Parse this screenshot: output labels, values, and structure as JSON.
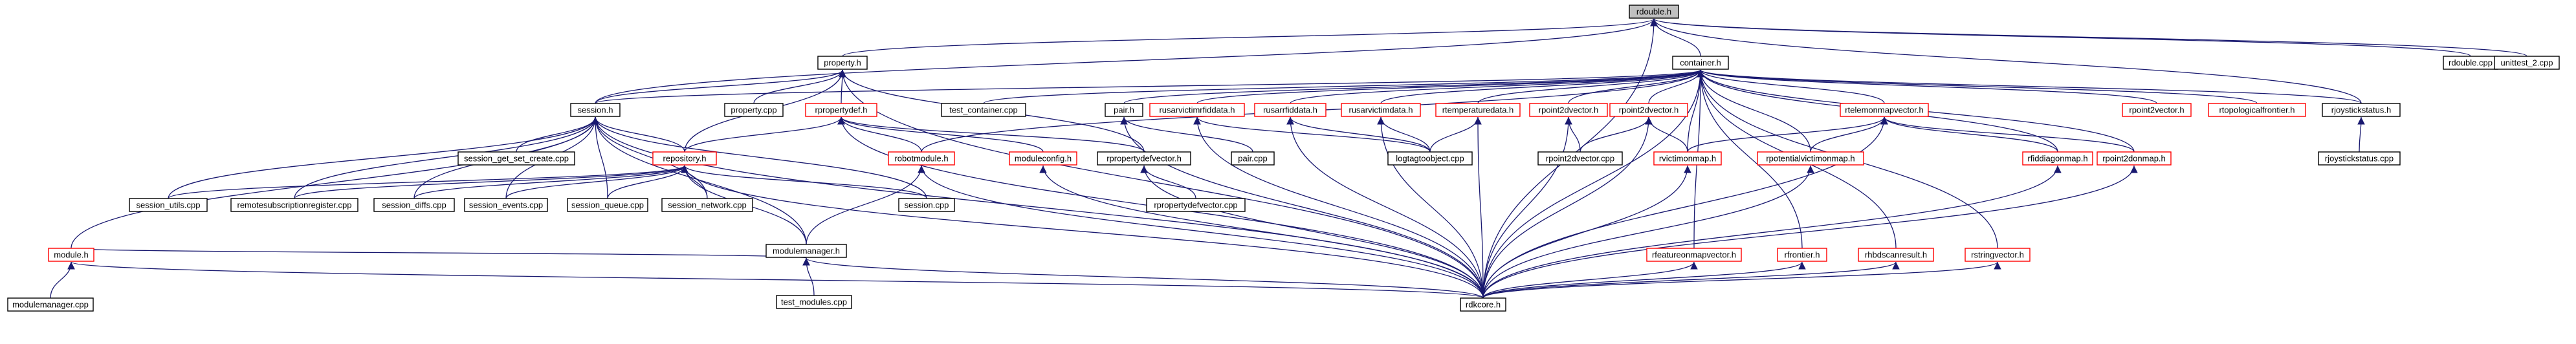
{
  "diagram_title": "rdouble.h",
  "colors": {
    "edge": "#191970",
    "node_border": "#000000",
    "incomplete_border": "#ff0000",
    "root_fill": "#c0c0c0"
  },
  "nodes": [
    {
      "id": "rdouble_h",
      "label": "rdouble.h",
      "style": "root"
    },
    {
      "id": "container_h",
      "label": "container.h",
      "style": "normal"
    },
    {
      "id": "property_h",
      "label": "property.h",
      "style": "normal"
    },
    {
      "id": "rdouble_cpp",
      "label": "rdouble.cpp",
      "style": "normal"
    },
    {
      "id": "unittest_2_cpp",
      "label": "unittest_2.cpp",
      "style": "normal"
    },
    {
      "id": "session_h",
      "label": "session.h",
      "style": "normal"
    },
    {
      "id": "property_cpp",
      "label": "property.cpp",
      "style": "normal"
    },
    {
      "id": "rpropertydef_h",
      "label": "rpropertydef.h",
      "style": "red"
    },
    {
      "id": "test_container_cpp",
      "label": "test_container.cpp",
      "style": "normal"
    },
    {
      "id": "pair_h",
      "label": "pair.h",
      "style": "normal"
    },
    {
      "id": "rusarvictimfiddata_h",
      "label": "rusarvictimrfiddata.h",
      "style": "red"
    },
    {
      "id": "rusarrfiddata_h",
      "label": "rusarrfiddata.h",
      "style": "red"
    },
    {
      "id": "rusarvictimdata_h",
      "label": "rusarvictimdata.h",
      "style": "red"
    },
    {
      "id": "rtemperaturedata_h",
      "label": "rtemperaturedata.h",
      "style": "red"
    },
    {
      "id": "rpoint2dvector_h_a",
      "label": "rpoint2dvector.h",
      "style": "red"
    },
    {
      "id": "rpoint2dvector_h_b",
      "label": "rpoint2dvector.h",
      "style": "red"
    },
    {
      "id": "rtelemonmapvector_h",
      "label": "rtelemonmapvector.h",
      "style": "red"
    },
    {
      "id": "rpoint2vector_h",
      "label": "rpoint2vector.h",
      "style": "red"
    },
    {
      "id": "rtopologicalfrontier_h",
      "label": "rtopologicalfrontier.h",
      "style": "red"
    },
    {
      "id": "rjoystickstatus_h",
      "label": "rjoystickstatus.h",
      "style": "normal"
    },
    {
      "id": "session_get_set_create_cpp",
      "label": "session_get_set_create.cpp",
      "style": "normal"
    },
    {
      "id": "repository_h",
      "label": "repository.h",
      "style": "red"
    },
    {
      "id": "robotmodule_h",
      "label": "robotmodule.h",
      "style": "red"
    },
    {
      "id": "moduleconfig_h",
      "label": "moduleconfig.h",
      "style": "red"
    },
    {
      "id": "rpropertydefvector_h",
      "label": "rpropertydefvector.h",
      "style": "normal"
    },
    {
      "id": "pair_cpp",
      "label": "pair.cpp",
      "style": "normal"
    },
    {
      "id": "logtagtoobject_cpp",
      "label": "logtagtoobject.cpp",
      "style": "normal"
    },
    {
      "id": "rpoint2dvector_cpp",
      "label": "rpoint2dvector.cpp",
      "style": "normal"
    },
    {
      "id": "rvictimonmap_h",
      "label": "rvictimonmap.h",
      "style": "red"
    },
    {
      "id": "rpotentialvictimonmap_h",
      "label": "rpotentialvictimonmap.h",
      "style": "red"
    },
    {
      "id": "rfiddiagonmap_h",
      "label": "rfiddiagonmap.h",
      "style": "red"
    },
    {
      "id": "rpoint2donmap_h",
      "label": "rpoint2donmap.h",
      "style": "red"
    },
    {
      "id": "rjoystickstatus_cpp",
      "label": "rjoystickstatus.cpp",
      "style": "normal"
    },
    {
      "id": "session_utils_cpp",
      "label": "session_utils.cpp",
      "style": "normal"
    },
    {
      "id": "remotesubscriptionregister_cpp",
      "label": "remotesubscriptionregister.cpp",
      "style": "normal"
    },
    {
      "id": "session_diffs_cpp",
      "label": "session_diffs.cpp",
      "style": "normal"
    },
    {
      "id": "session_events_cpp",
      "label": "session_events.cpp",
      "style": "normal"
    },
    {
      "id": "session_queue_cpp",
      "label": "session_queue.cpp",
      "style": "normal"
    },
    {
      "id": "session_network_cpp",
      "label": "session_network.cpp",
      "style": "normal"
    },
    {
      "id": "session_cpp",
      "label": "session.cpp",
      "style": "normal"
    },
    {
      "id": "rpropertydefvector_cpp",
      "label": "rpropertydefvector.cpp",
      "style": "normal"
    },
    {
      "id": "modulemanager_h",
      "label": "modulemanager.h",
      "style": "normal"
    },
    {
      "id": "module_h",
      "label": "module.h",
      "style": "red"
    },
    {
      "id": "test_modules_cpp",
      "label": "test_modules.cpp",
      "style": "normal"
    },
    {
      "id": "rfeatureonmapvector_h",
      "label": "rfeatureonmapvector.h",
      "style": "red"
    },
    {
      "id": "rfrontier_h",
      "label": "rfrontier.h",
      "style": "red"
    },
    {
      "id": "rhbdscanresult_h",
      "label": "rhbdscanresult.h",
      "style": "red"
    },
    {
      "id": "rstringvector_h",
      "label": "rstringvector.h",
      "style": "red"
    },
    {
      "id": "modulemanager_cpp",
      "label": "modulemanager.cpp",
      "style": "normal"
    },
    {
      "id": "rdkcore_h",
      "label": "rdkcore.h",
      "style": "normal"
    }
  ],
  "edges": [
    [
      "container_h",
      "rdouble_h"
    ],
    [
      "property_h",
      "rdouble_h"
    ],
    [
      "rdouble_cpp",
      "rdouble_h"
    ],
    [
      "unittest_2_cpp",
      "rdouble_h"
    ],
    [
      "session_h",
      "rdouble_h"
    ],
    [
      "rjoystickstatus_h",
      "rdouble_h"
    ],
    [
      "rdkcore_h",
      "rdouble_h"
    ],
    [
      "session_h",
      "property_h"
    ],
    [
      "property_cpp",
      "property_h"
    ],
    [
      "rpropertydef_h",
      "property_h"
    ],
    [
      "repository_h",
      "property_h"
    ],
    [
      "rpropertydefvector_h",
      "property_h"
    ],
    [
      "rdkcore_h",
      "property_h"
    ],
    [
      "session_h",
      "container_h"
    ],
    [
      "test_container_cpp",
      "container_h"
    ],
    [
      "pair_h",
      "container_h"
    ],
    [
      "rusarvictimfiddata_h",
      "container_h"
    ],
    [
      "rusarrfiddata_h",
      "container_h"
    ],
    [
      "rusarvictimdata_h",
      "container_h"
    ],
    [
      "rtemperaturedata_h",
      "container_h"
    ],
    [
      "rpoint2dvector_h_a",
      "container_h"
    ],
    [
      "rpoint2dvector_h_b",
      "container_h"
    ],
    [
      "rtelemonmapvector_h",
      "container_h"
    ],
    [
      "rpoint2vector_h",
      "container_h"
    ],
    [
      "rtopologicalfrontier_h",
      "container_h"
    ],
    [
      "rjoystickstatus_h",
      "container_h"
    ],
    [
      "rvictimonmap_h",
      "container_h"
    ],
    [
      "rpotentialvictimonmap_h",
      "container_h"
    ],
    [
      "rfiddiagonmap_h",
      "container_h"
    ],
    [
      "rpoint2donmap_h",
      "container_h"
    ],
    [
      "rfeatureonmapvector_h",
      "container_h"
    ],
    [
      "rfrontier_h",
      "container_h"
    ],
    [
      "rhbdscanresult_h",
      "container_h"
    ],
    [
      "rstringvector_h",
      "container_h"
    ],
    [
      "rdkcore_h",
      "container_h"
    ],
    [
      "robotmodule_h",
      "container_h"
    ],
    [
      "session_get_set_create_cpp",
      "session_h"
    ],
    [
      "repository_h",
      "session_h"
    ],
    [
      "session_utils_cpp",
      "session_h"
    ],
    [
      "remotesubscriptionregister_cpp",
      "session_h"
    ],
    [
      "session_diffs_cpp",
      "session_h"
    ],
    [
      "session_events_cpp",
      "session_h"
    ],
    [
      "session_queue_cpp",
      "session_h"
    ],
    [
      "session_network_cpp",
      "session_h"
    ],
    [
      "session_cpp",
      "session_h"
    ],
    [
      "modulemanager_h",
      "session_h"
    ],
    [
      "module_h",
      "session_h"
    ],
    [
      "rdkcore_h",
      "session_h"
    ],
    [
      "repository_h",
      "rpropertydef_h"
    ],
    [
      "robotmodule_h",
      "rpropertydef_h"
    ],
    [
      "moduleconfig_h",
      "rpropertydef_h"
    ],
    [
      "rpropertydefvector_h",
      "rpropertydef_h"
    ],
    [
      "rdkcore_h",
      "rpropertydef_h"
    ],
    [
      "session_utils_cpp",
      "repository_h"
    ],
    [
      "remotesubscriptionregister_cpp",
      "repository_h"
    ],
    [
      "session_diffs_cpp",
      "repository_h"
    ],
    [
      "session_events_cpp",
      "repository_h"
    ],
    [
      "session_queue_cpp",
      "repository_h"
    ],
    [
      "session_network_cpp",
      "repository_h"
    ],
    [
      "session_cpp",
      "repository_h"
    ],
    [
      "modulemanager_h",
      "repository_h"
    ],
    [
      "rdkcore_h",
      "repository_h"
    ],
    [
      "pair_cpp",
      "pair_h"
    ],
    [
      "rdkcore_h",
      "pair_h"
    ],
    [
      "logtagtoobject_cpp",
      "rusarvictimfiddata_h"
    ],
    [
      "rdkcore_h",
      "rusarvictimfiddata_h"
    ],
    [
      "logtagtoobject_cpp",
      "rusarrfiddata_h"
    ],
    [
      "rdkcore_h",
      "rusarrfiddata_h"
    ],
    [
      "logtagtoobject_cpp",
      "rusarvictimdata_h"
    ],
    [
      "rdkcore_h",
      "rusarvictimdata_h"
    ],
    [
      "logtagtoobject_cpp",
      "rtemperaturedata_h"
    ],
    [
      "rdkcore_h",
      "rtemperaturedata_h"
    ],
    [
      "rpoint2dvector_cpp",
      "rpoint2dvector_h_a"
    ],
    [
      "rdkcore_h",
      "rpoint2dvector_h_a"
    ],
    [
      "rpoint2dvector_cpp",
      "rpoint2dvector_h_b"
    ],
    [
      "rvictimonmap_h",
      "rpoint2dvector_h_b"
    ],
    [
      "rdkcore_h",
      "rpoint2dvector_h_b"
    ],
    [
      "rvictimonmap_h",
      "rtelemonmapvector_h"
    ],
    [
      "rpotentialvictimonmap_h",
      "rtelemonmapvector_h"
    ],
    [
      "rfiddiagonmap_h",
      "rtelemonmapvector_h"
    ],
    [
      "rpoint2donmap_h",
      "rtelemonmapvector_h"
    ],
    [
      "rdkcore_h",
      "rtelemonmapvector_h"
    ],
    [
      "rjoystickstatus_cpp",
      "rjoystickstatus_h"
    ],
    [
      "modulemanager_h",
      "robotmodule_h"
    ],
    [
      "rdkcore_h",
      "robotmodule_h"
    ],
    [
      "rdkcore_h",
      "moduleconfig_h"
    ],
    [
      "rpropertydefvector_cpp",
      "rpropertydefvector_h"
    ],
    [
      "rdkcore_h",
      "rpropertydefvector_h"
    ],
    [
      "rdkcore_h",
      "rvictimonmap_h"
    ],
    [
      "rdkcore_h",
      "rpotentialvictimonmap_h"
    ],
    [
      "rdkcore_h",
      "rfiddiagonmap_h"
    ],
    [
      "rdkcore_h",
      "rpoint2donmap_h"
    ],
    [
      "test_modules_cpp",
      "modulemanager_h"
    ],
    [
      "rdkcore_h",
      "modulemanager_h"
    ],
    [
      "module_h",
      "modulemanager_h"
    ],
    [
      "modulemanager_cpp",
      "module_h"
    ],
    [
      "rdkcore_h",
      "module_h"
    ],
    [
      "rdkcore_h",
      "rfeatureonmapvector_h"
    ],
    [
      "rdkcore_h",
      "rfrontier_h"
    ],
    [
      "rdkcore_h",
      "rhbdscanresult_h"
    ],
    [
      "rdkcore_h",
      "rstringvector_h"
    ]
  ]
}
